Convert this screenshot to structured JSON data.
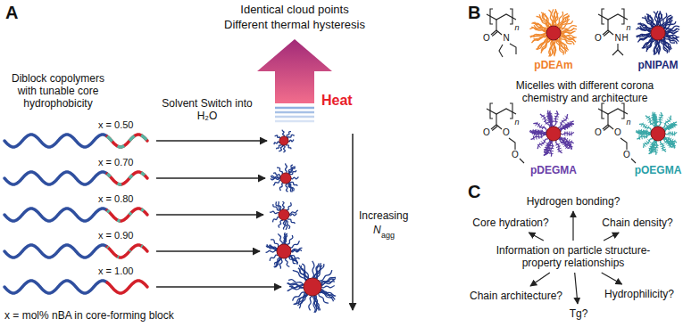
{
  "diagram": {
    "nodes": [
      {
        "text": [
          "Information on particle structure-property relationships"
        ]
      },
      {
        "text": [
          "Hydrogen bonding?"
        ]
      },
      {
        "text": [
          "Core hydration?"
        ]
      },
      {
        "text": [
          "Chain density?"
        ]
      },
      {
        "text": [
          "Chain architecture?"
        ]
      },
      {
        "text": [
          "Tg?"
        ]
      },
      {
        "text": [
          "Hydrophilicity?"
        ]
      }
    ],
    "edges": [
      {
        "from": 0,
        "to": 1,
        "arrow": "to"
      },
      {
        "from": 0,
        "to": 2,
        "arrow": "to"
      },
      {
        "from": 0,
        "to": 3,
        "arrow": "to"
      },
      {
        "from": 0,
        "to": 4,
        "arrow": "to"
      },
      {
        "from": 0,
        "to": 5,
        "arrow": "to"
      },
      {
        "from": 0,
        "to": 6,
        "arrow": "to"
      }
    ],
    "labels": [
      "A",
      "Identical cloud points",
      "Different thermal hysteresis",
      "Diblock copolymers with tunable core hydrophobicity",
      "x = 0.50",
      "x = 0.70",
      "x = 0.80",
      "x = 0.90",
      "x = 1.00",
      "Solvent Switch into H₂O",
      "Heat",
      "Increasing",
      "N",
      "agg",
      "x = mol% nBA in core-forming block",
      "B",
      "n",
      "O",
      "N",
      "pDEAm",
      "n",
      "O",
      "N",
      "H",
      "pNIPAM",
      "Micelles with different corona chemistry and architecture",
      "n",
      "O",
      "O",
      "O",
      "pDEGMA",
      "n",
      "O",
      "O",
      "O",
      "pOEGMA",
      "C"
    ]
  }
}
